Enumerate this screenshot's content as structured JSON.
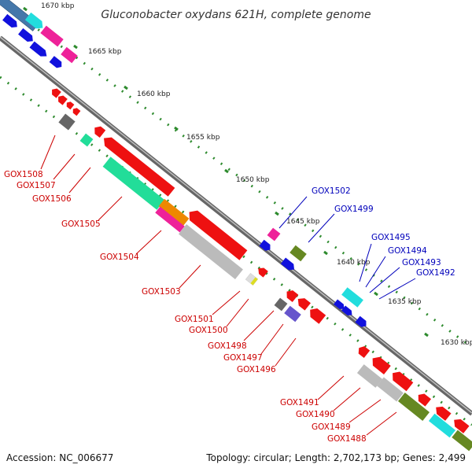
{
  "title": "Gluconobacter oxydans 621H, complete genome",
  "footer": {
    "accession": "Accession: NC_006677",
    "topology": "Topology: circular; Length: 2,702,173 bp; Genes: 2,499"
  },
  "kbp_labels": [
    "1670 kbp",
    "1665 kbp",
    "1660 kbp",
    "1655 kbp",
    "1650 kbp",
    "1645 kbp",
    "1640 kbp",
    "1635 kbp",
    "1630 kbp"
  ],
  "gene_labels_forward": [
    "GOX1502",
    "GOX1499",
    "GOX1495",
    "GOX1494",
    "GOX1493",
    "GOX1492"
  ],
  "gene_labels_reverse": [
    "GOX1508",
    "GOX1507",
    "GOX1506",
    "GOX1505",
    "GOX1504",
    "GOX1503",
    "GOX1501",
    "GOX1500",
    "GOX1498",
    "GOX1497",
    "GOX1496",
    "GOX1491",
    "GOX1490",
    "GOX1489",
    "GOX1488"
  ],
  "colors": {
    "backbone": "#7a7a7a",
    "ticks": "#2e8b2e",
    "reverse_label": "#cc0000",
    "forward_label": "#0000bb",
    "red": "#ee1111",
    "blue": "#1111dd",
    "cyan": "#22dddd",
    "magenta": "#ee2299",
    "green": "#22dd99",
    "gray": "#bbbbbb",
    "darkgray": "#666666",
    "olive": "#668822",
    "orange": "#ee8800",
    "purple": "#6655cc",
    "steelblue": "#4477aa",
    "yellow": "#dddd22"
  }
}
